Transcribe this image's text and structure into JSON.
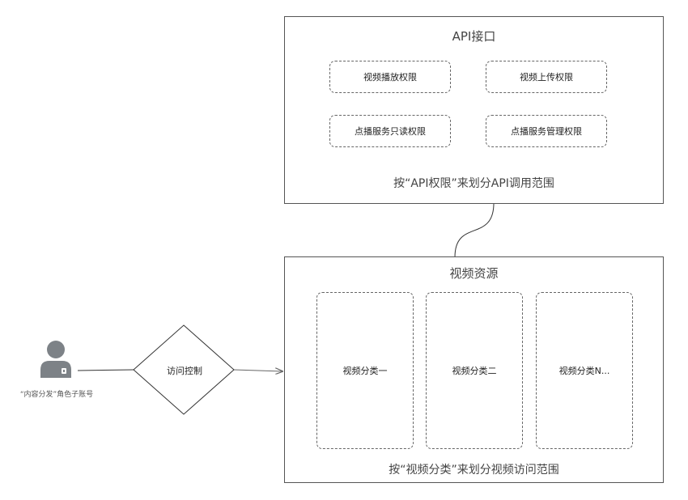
{
  "api_box": {
    "title": "API接口",
    "permissions": [
      {
        "label": "视频播放权限"
      },
      {
        "label": "视频上传权限"
      },
      {
        "label": "点播服务只读权限"
      },
      {
        "label": "点播服务管理权限"
      }
    ],
    "caption": "按“API权限”来划分API调用范围"
  },
  "resource_box": {
    "title": "视频资源",
    "categories": [
      {
        "label": "视频分类一"
      },
      {
        "label": "视频分类二"
      },
      {
        "label": "视频分类N..."
      }
    ],
    "caption": "按“视频分类”来划分视频访问范围"
  },
  "user": {
    "caption": "“内容分发”角色子账号",
    "icon": "user-person-icon"
  },
  "access_control": {
    "label": "访问控制"
  }
}
